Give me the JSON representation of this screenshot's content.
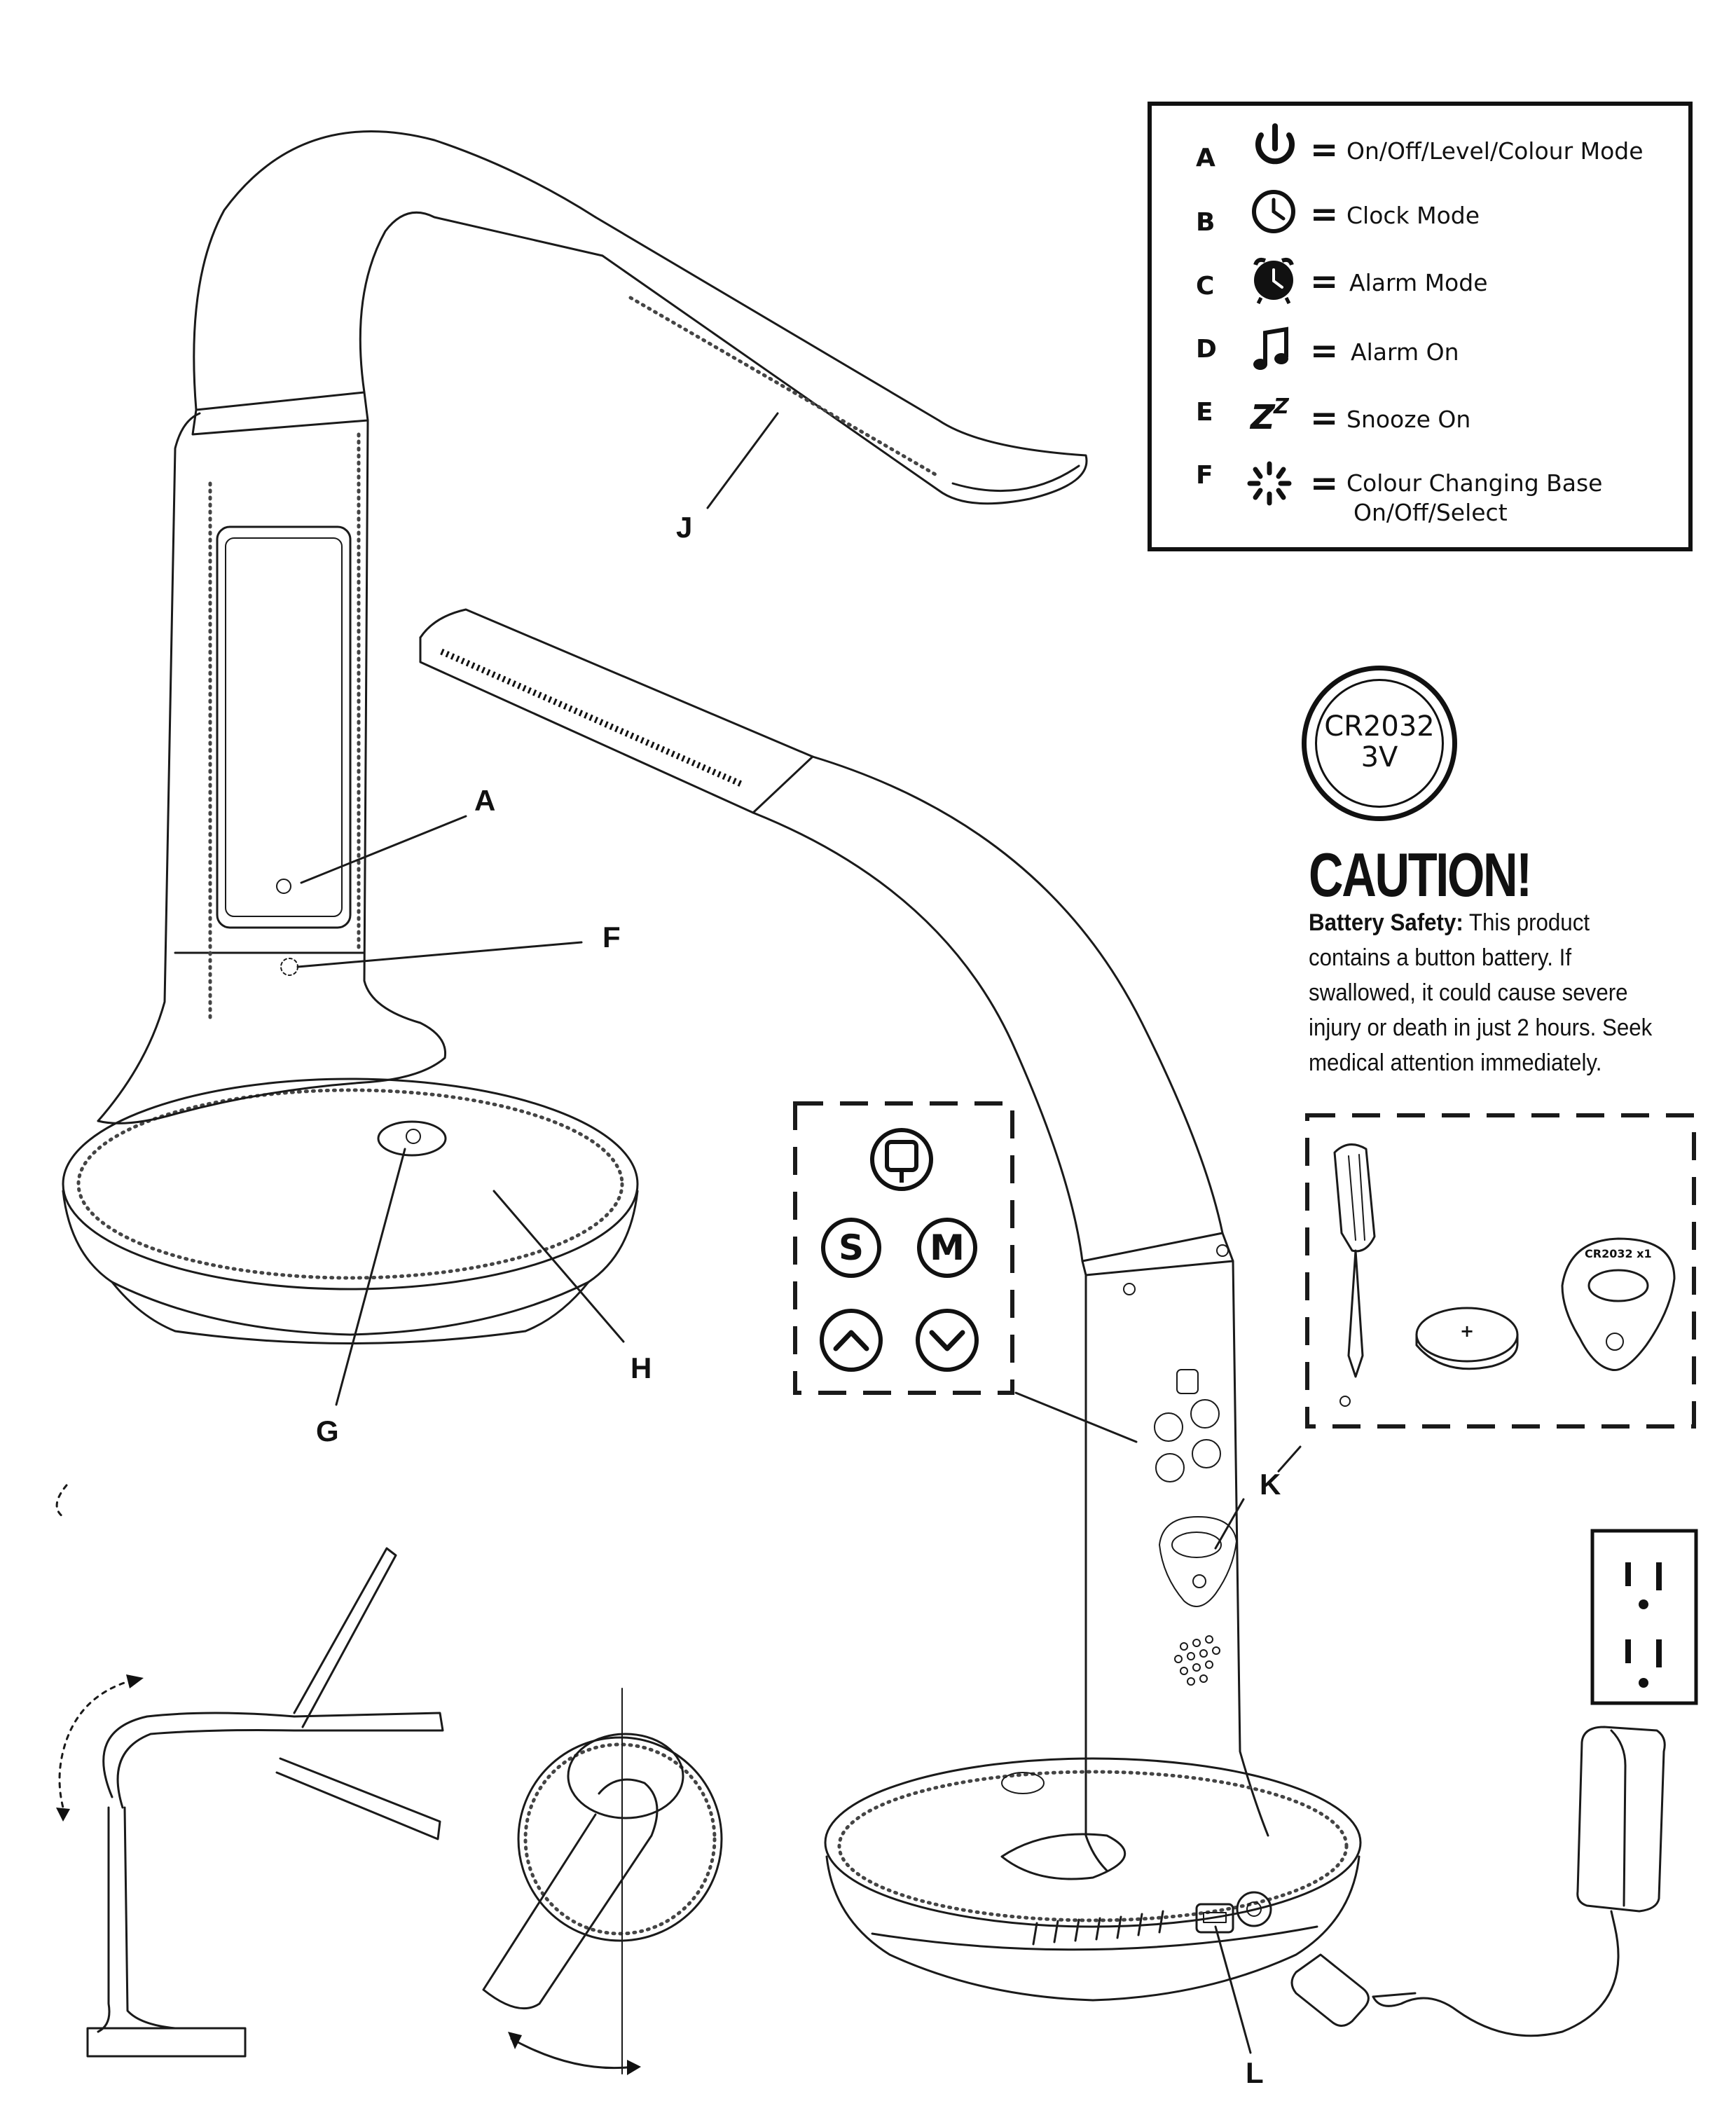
{
  "legend": {
    "items": [
      {
        "letter": "A",
        "text": "On/Off/Level/Colour Mode",
        "icon": "power-icon"
      },
      {
        "letter": "B",
        "text": "Clock Mode",
        "icon": "clock-icon"
      },
      {
        "letter": "C",
        "text": "Alarm Mode",
        "icon": "alarm-clock-icon"
      },
      {
        "letter": "D",
        "text": "Alarm On",
        "icon": "music-note-icon"
      },
      {
        "letter": "E",
        "text": "Snooze On",
        "icon": "snooze-icon"
      },
      {
        "letter": "F",
        "text": "Colour Changing Base",
        "text2": "On/Off/Select",
        "icon": "colour-burst-icon"
      }
    ]
  },
  "callouts": {
    "a": "A",
    "f": "F",
    "g": "G",
    "h": "H",
    "j": "J",
    "k": "K",
    "l": "L"
  },
  "battery_badge": {
    "line1": "CR2032",
    "line2": "3V"
  },
  "caution": {
    "title": "CAUTION!",
    "lead": "Battery Safety:",
    "body": "This product contains a button battery. If swallowed, it could cause severe injury or death in just 2 hours. Seek medical attention immediately."
  },
  "keypad": {
    "s_label": "S",
    "m_label": "M"
  },
  "battery_cover_label": "CR2032 x1",
  "coin_label": "+",
  "colors": {
    "ink": "#1a1a1a",
    "background": "#ffffff"
  }
}
